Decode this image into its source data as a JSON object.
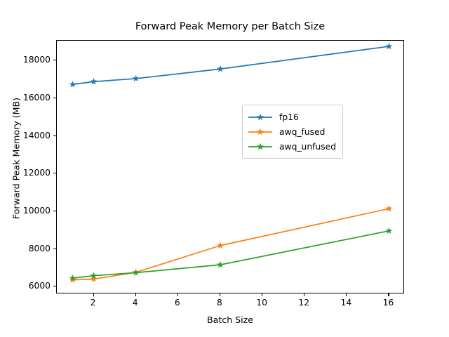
{
  "chart_data": {
    "type": "line",
    "title": "Forward Peak Memory per Batch Size",
    "xlabel": "Batch Size",
    "ylabel": "Forward Peak Memory (MB)",
    "x": [
      1,
      2,
      4,
      8,
      16
    ],
    "xlim": [
      0.25,
      16.75
    ],
    "ylim": [
      5600,
      19050
    ],
    "xticks": [
      2,
      4,
      6,
      8,
      10,
      12,
      14,
      16
    ],
    "xticklabels": [
      "2",
      "4",
      "6",
      "8",
      "10",
      "12",
      "14",
      "16"
    ],
    "yticks": [
      6000,
      8000,
      10000,
      12000,
      14000,
      16000,
      18000
    ],
    "yticklabels": [
      "6000",
      "8000",
      "10000",
      "12000",
      "14000",
      "16000",
      "18000"
    ],
    "grid": false,
    "legend_position": "center right",
    "marker": "star",
    "series": [
      {
        "name": "fp16",
        "color": "#1f77b4",
        "values": [
          16730,
          16880,
          17040,
          17550,
          18750
        ]
      },
      {
        "name": "awq_fused",
        "color": "#ff7f0e",
        "values": [
          6360,
          6400,
          6760,
          8180,
          10140
        ]
      },
      {
        "name": "awq_unfused",
        "color": "#2ca02c",
        "values": [
          6450,
          6580,
          6740,
          7160,
          8960
        ]
      }
    ]
  },
  "legend": {
    "items": [
      {
        "label": "fp16"
      },
      {
        "label": "awq_fused"
      },
      {
        "label": "awq_unfused"
      }
    ]
  }
}
